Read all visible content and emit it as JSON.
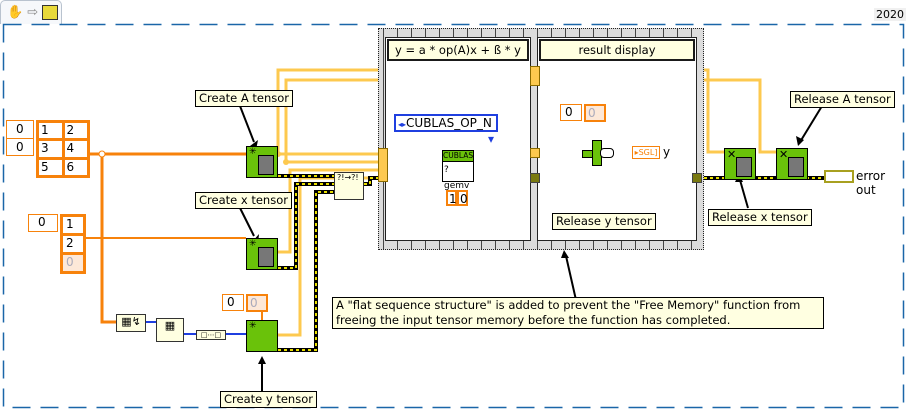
{
  "toolbar": {
    "icons": [
      "hand-icon",
      "arrow-right-icon",
      "vi-icon"
    ],
    "version_tag": "2020"
  },
  "matrix_control": {
    "indices": [
      "0",
      "0"
    ],
    "values": [
      [
        "1",
        "2"
      ],
      [
        "3",
        "4"
      ],
      [
        "5",
        "6"
      ]
    ]
  },
  "vector_control": {
    "index": "0",
    "values": [
      "1",
      "2"
    ],
    "empty_value": "0"
  },
  "y_length_control": {
    "index": "0",
    "value": "0"
  },
  "result_index_control": {
    "index": "0",
    "value": "0"
  },
  "sequence": {
    "frames": [
      {
        "label": "y = a * op(A)x + ß * y"
      },
      {
        "label": "result display"
      }
    ]
  },
  "cublas_node": {
    "enum_value": "CUBLAS_OP_N",
    "header": "CUBLAS",
    "function": "?gemv",
    "constants": [
      "1",
      "0"
    ]
  },
  "indicators": {
    "y_label": "y",
    "y_type": "SGL",
    "error_out_label": "error out"
  },
  "annotations": {
    "create_a": "Create A tensor",
    "create_x": "Create x tensor",
    "create_y": "Create y tensor",
    "release_y": "Release y tensor",
    "release_x": "Release x tensor",
    "release_a": "Release A tensor",
    "comment": "A \"flat sequence structure\" is added to prevent the \"Free Memory\" function from freeing the input tensor memory before the function has completed."
  },
  "merge_errors_glyph": "?!",
  "colors": {
    "orange_wire": "#f7820b",
    "tensor_wire": "#fdc94f",
    "error_wire": "#c9c000",
    "node_green": "#6ac20a",
    "enum_blue": "#1f3fe0",
    "label_bg": "#ffffe1"
  }
}
